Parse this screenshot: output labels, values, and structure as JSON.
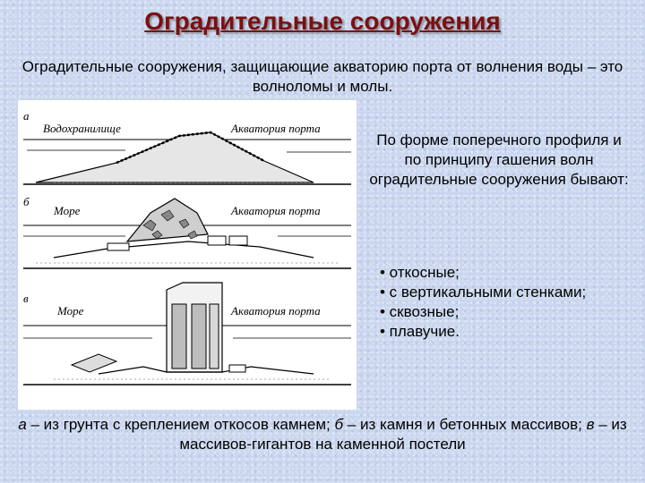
{
  "title": "Оградительные сооружения",
  "intro": "Оградительные сооружения, защищающие акваторию порта от волнения воды – это волноломы и молы.",
  "figure": {
    "panels": [
      {
        "letter": "а",
        "left_label": "Водохранилище",
        "right_label": "Акватория порта"
      },
      {
        "letter": "б",
        "left_label": "Море",
        "right_label": "Акватория порта"
      },
      {
        "letter": "в",
        "left_label": "Море",
        "right_label": "Акватория порта"
      }
    ]
  },
  "side_heading": "По форме поперечного профиля и по принципу гашения волн оградительные сооружения бывают:",
  "types": [
    "• откосные;",
    "• с вертикальными стенками;",
    "• сквозные;",
    "• плавучие."
  ],
  "caption": {
    "a_key": "а",
    "a_text": " – из грунта с креплением откосов камнем; ",
    "b_key": "б",
    "b_text": " – из камня и бетонных массивов; ",
    "c_key": "в",
    "c_text": " – из массивов-гигантов на каменной постели"
  }
}
